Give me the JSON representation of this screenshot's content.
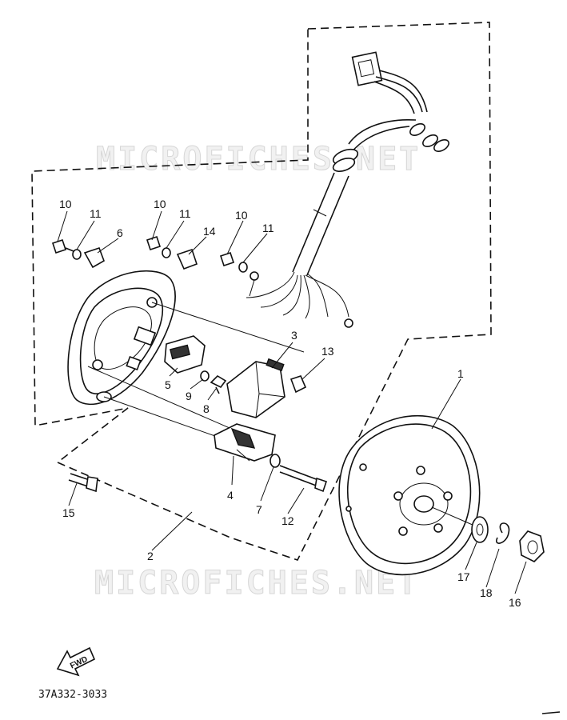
{
  "watermark": {
    "top_text": "MICROFICHES.NET",
    "bottom_text": "MICROFICHES.NET"
  },
  "callouts": [
    {
      "id": "c1",
      "text": "1"
    },
    {
      "id": "c2",
      "text": "2"
    },
    {
      "id": "c3",
      "text": "3"
    },
    {
      "id": "c4",
      "text": "4"
    },
    {
      "id": "c5",
      "text": "5"
    },
    {
      "id": "c6",
      "text": "6"
    },
    {
      "id": "c7",
      "text": "7"
    },
    {
      "id": "c8",
      "text": "8"
    },
    {
      "id": "c9",
      "text": "9"
    },
    {
      "id": "c10a",
      "text": "10"
    },
    {
      "id": "c10b",
      "text": "10"
    },
    {
      "id": "c10c",
      "text": "10"
    },
    {
      "id": "c11a",
      "text": "11"
    },
    {
      "id": "c11b",
      "text": "11"
    },
    {
      "id": "c11c",
      "text": "11"
    },
    {
      "id": "c12",
      "text": "12"
    },
    {
      "id": "c13",
      "text": "13"
    },
    {
      "id": "c14",
      "text": "14"
    },
    {
      "id": "c15",
      "text": "15"
    },
    {
      "id": "c16",
      "text": "16"
    },
    {
      "id": "c17",
      "text": "17"
    },
    {
      "id": "c18",
      "text": "18"
    }
  ],
  "fwd_arrow": {
    "label": "FWD"
  },
  "drawing_code": "37A332-3033",
  "icons": {
    "fwd": "direction-arrow-icon"
  }
}
